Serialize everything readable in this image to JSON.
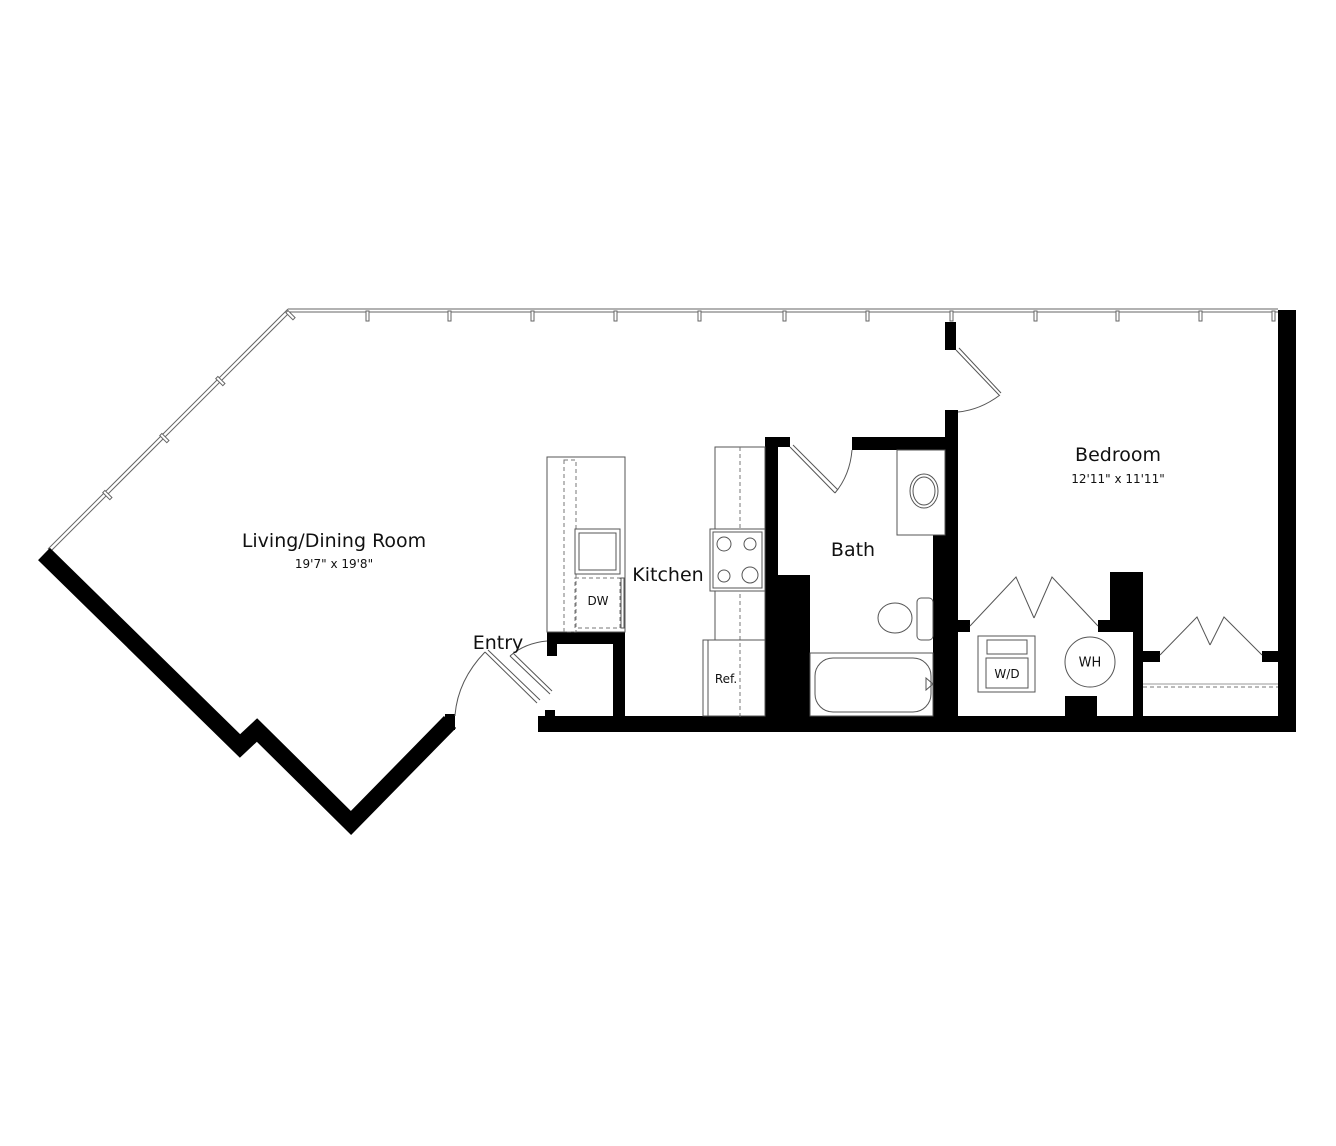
{
  "floorplan": {
    "rooms": [
      {
        "name": "Living/Dining Room",
        "dimensions": "19'7\" x 19'8\""
      },
      {
        "name": "Kitchen"
      },
      {
        "name": "Bath"
      },
      {
        "name": "Bedroom",
        "dimensions": "12'11\" x 11'11\""
      },
      {
        "name": "Entry"
      }
    ],
    "fixtures": {
      "dishwasher": "DW",
      "refrigerator": "Ref.",
      "washer_dryer": "W/D",
      "water_heater": "WH"
    }
  }
}
